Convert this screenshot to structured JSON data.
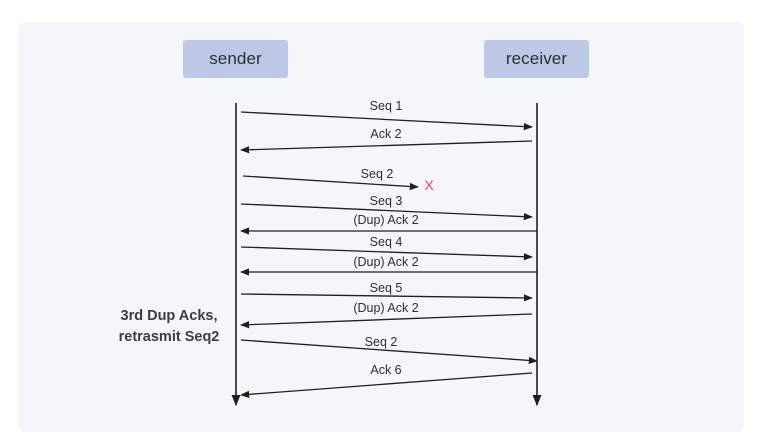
{
  "actors": {
    "sender": "sender",
    "receiver": "receiver"
  },
  "messages": [
    {
      "label": "Seq 1",
      "direction": "right"
    },
    {
      "label": "Ack 2",
      "direction": "left"
    },
    {
      "label": "Seq 2",
      "direction": "right",
      "lost": true
    },
    {
      "label": "Seq 3",
      "direction": "right"
    },
    {
      "label": "(Dup) Ack 2",
      "direction": "left"
    },
    {
      "label": "Seq 4",
      "direction": "right"
    },
    {
      "label": "(Dup) Ack 2",
      "direction": "left"
    },
    {
      "label": "Seq 5",
      "direction": "right"
    },
    {
      "label": "(Dup) Ack 2",
      "direction": "left"
    },
    {
      "label": "Seq 2",
      "direction": "right"
    },
    {
      "label": "Ack 6",
      "direction": "left"
    }
  ],
  "loss_marker": "X",
  "note": {
    "line1": "3rd Dup Acks,",
    "line2": "retrasmit Seq2"
  },
  "colors": {
    "actor_box": "#bcc8e6",
    "panel": "#f5f6f9",
    "line": "#1f1f1f",
    "loss": "#e0474c"
  }
}
